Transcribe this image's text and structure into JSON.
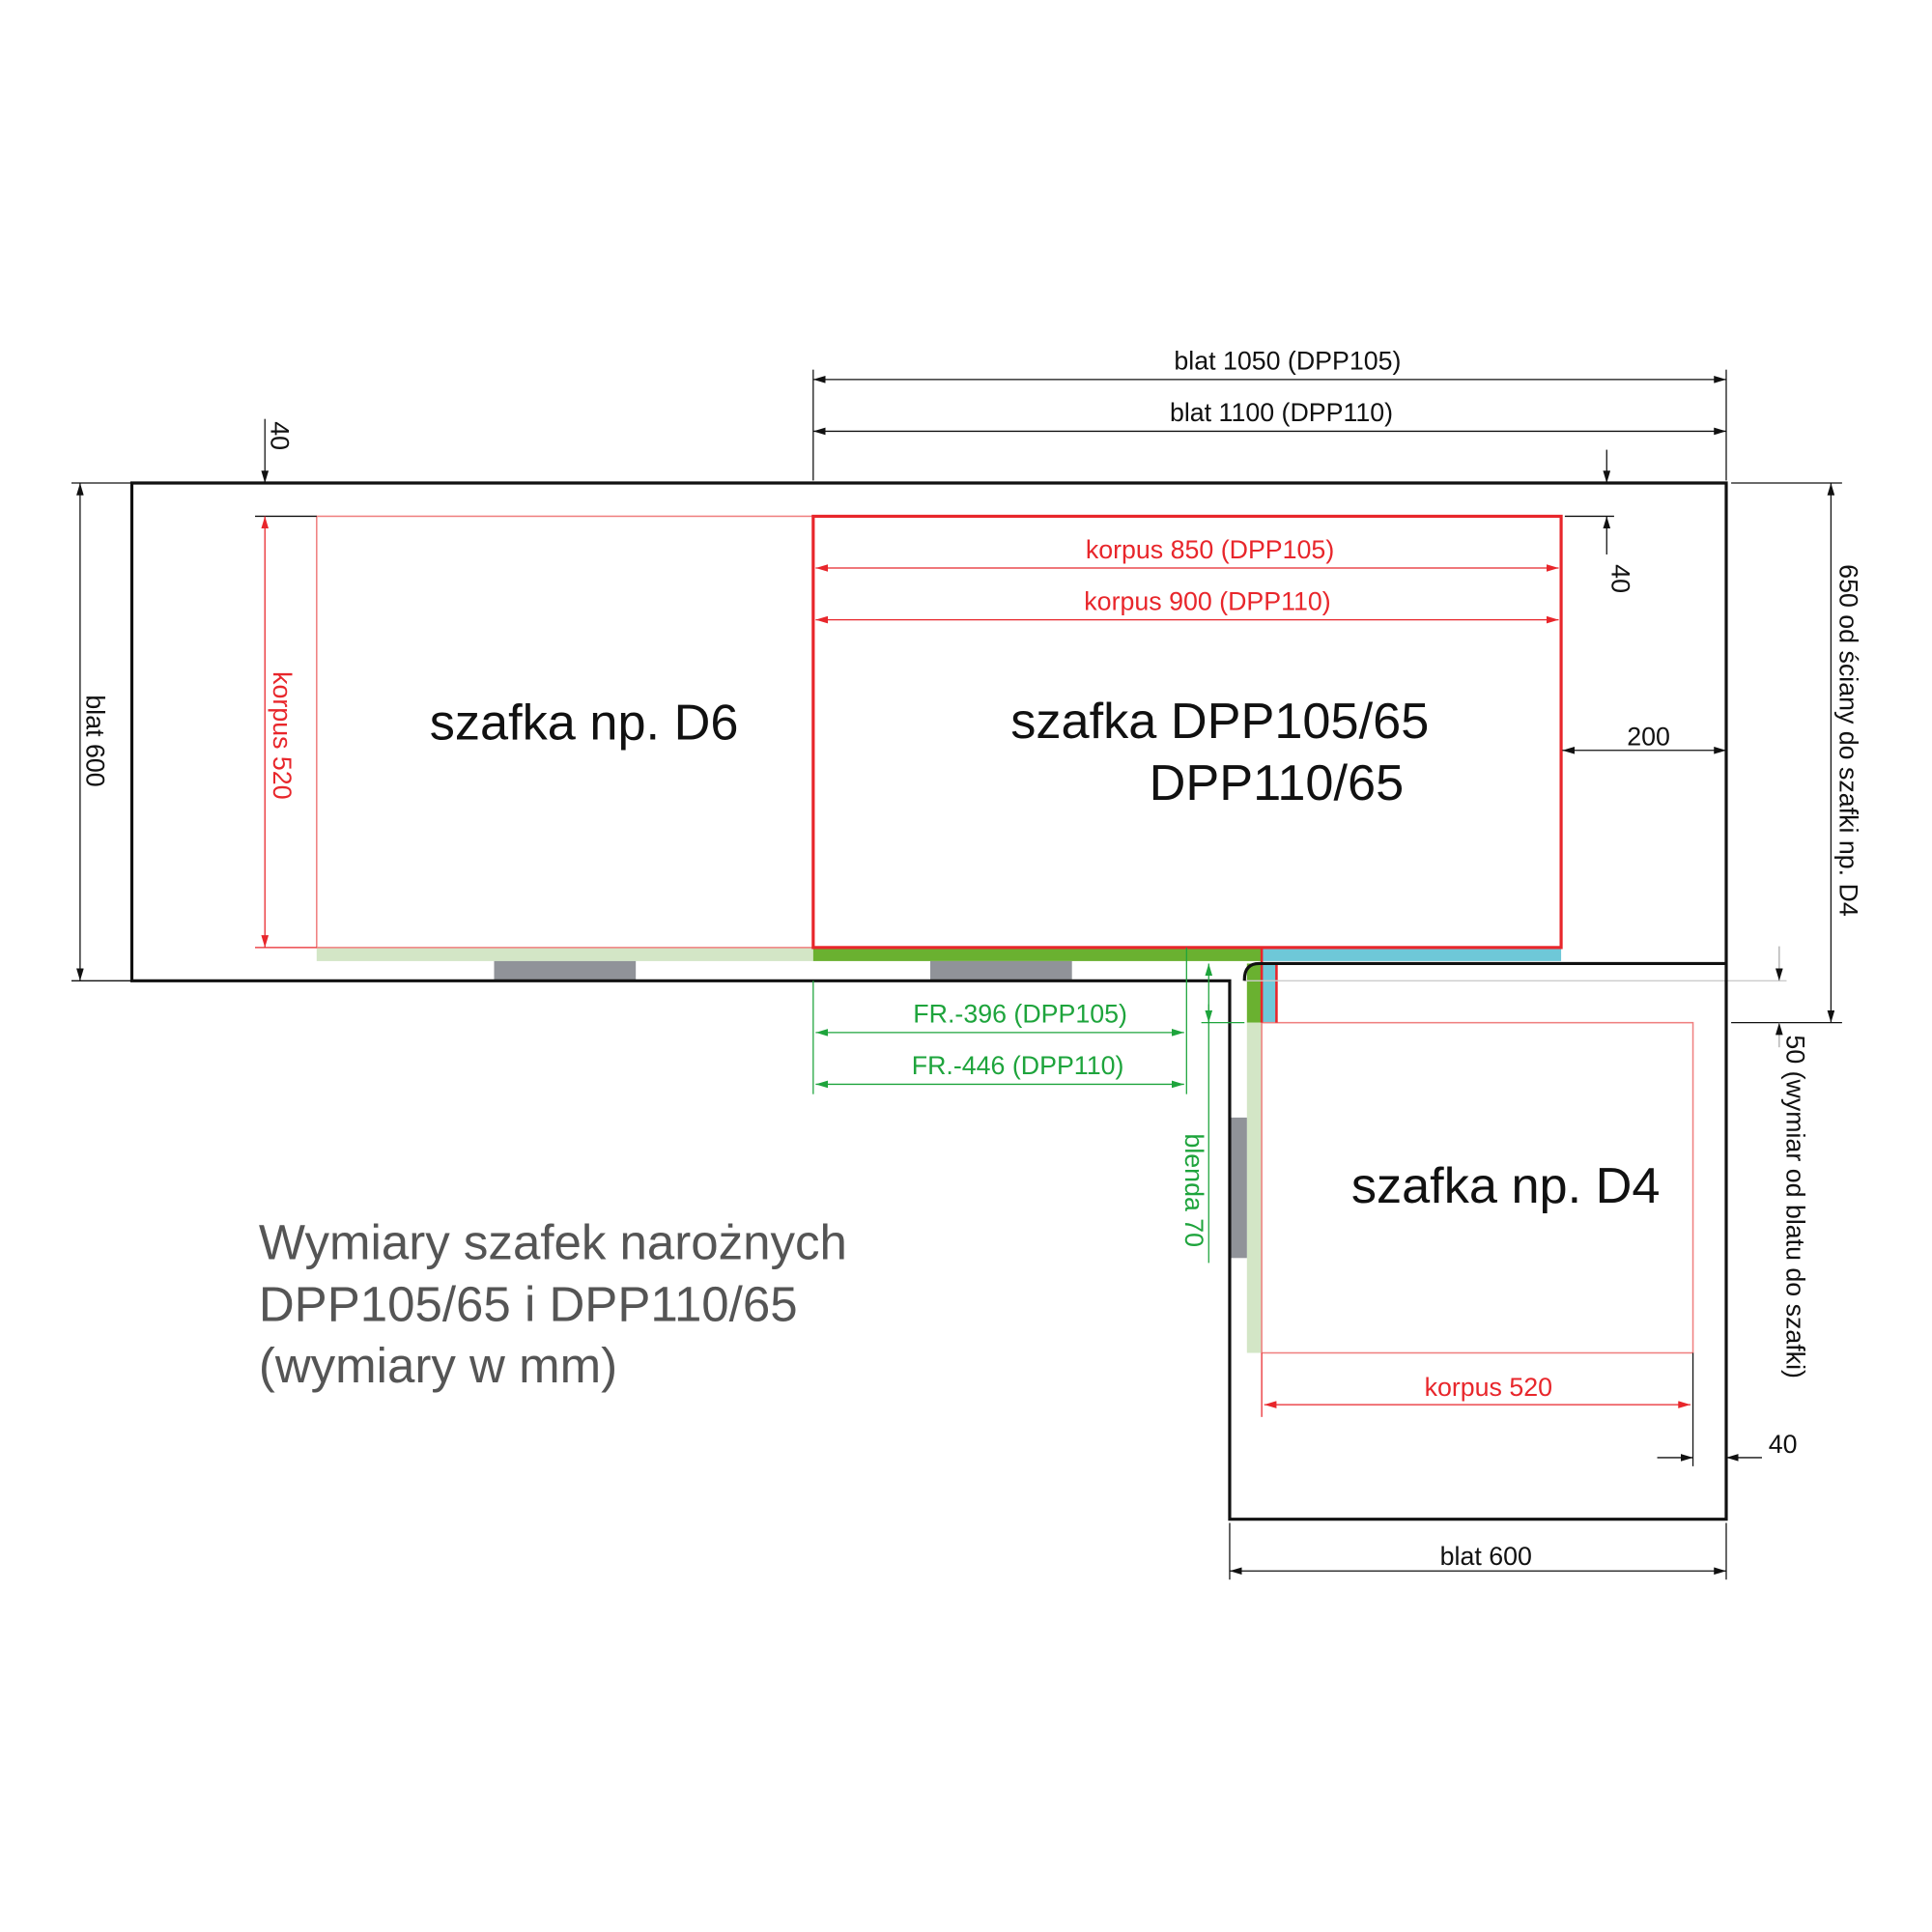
{
  "colors": {
    "outline": "#111111",
    "korpus": "#e8262b",
    "front": "#6ab130",
    "front_light": "#d3e6c6",
    "blue_strip": "#6ec8d8",
    "plinth": "#909399",
    "fr_dims": "#1ea43c"
  },
  "title": {
    "line1": "Wymiary szafek narożnych",
    "line2": "DPP105/65 i DPP110/65",
    "line3": "(wymiary w mm)"
  },
  "cabinets": {
    "d6": "szafka np. D6",
    "dpp_line1": "szafka DPP105/65",
    "dpp_line2": "DPP110/65",
    "d4": "szafka np. D4"
  },
  "dimensions": {
    "blat_1050": "blat 1050 (DPP105)",
    "blat_1100": "blat 1100 (DPP110)",
    "top_40_left": "40",
    "top_40_right": "40",
    "blat_600_left": "blat 600",
    "korpus_520_left": "korpus 520",
    "korpus_850": "korpus 850 (DPP105)",
    "korpus_900": "korpus 900 (DPP110)",
    "d200": "200",
    "d650": "650 od ściany do szafki np. D4",
    "d50": "50 (wymiar od blatu do szafki)",
    "fr_396": "FR.-396 (DPP105)",
    "fr_446": "FR.-446 (DPP110)",
    "blenda_70": "blenda 70",
    "korpus_520_bottom": "korpus 520",
    "d40_bottom": "40",
    "blat_600_bottom": "blat 600"
  }
}
